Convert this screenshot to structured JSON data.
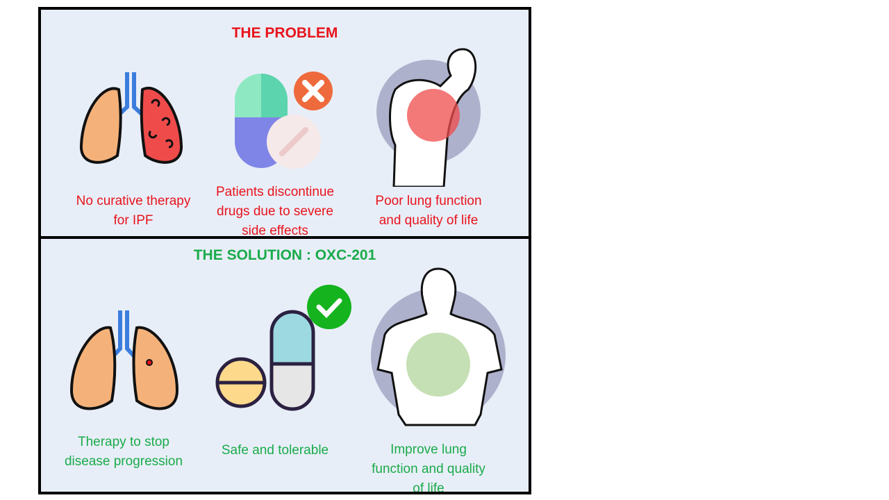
{
  "problem": {
    "title": "THE PROBLEM",
    "items": [
      {
        "icon": "fibrotic-lungs-icon",
        "caption": "No curative therapy\nfor IPF"
      },
      {
        "icon": "rejected-pills-icon",
        "caption": "Patients discontinue\ndrugs due to severe\nside effects"
      },
      {
        "icon": "chest-pain-person-icon",
        "caption": "Poor lung function\nand quality of life"
      }
    ]
  },
  "solution": {
    "title": "THE SOLUTION : OXC-201",
    "items": [
      {
        "icon": "healthy-lungs-icon",
        "caption": "Therapy to stop\ndisease progression"
      },
      {
        "icon": "approved-pills-icon",
        "caption": "Safe and tolerable"
      },
      {
        "icon": "healthy-person-icon",
        "caption": "Improve lung\nfunction and quality\nof life"
      }
    ]
  },
  "colors": {
    "problem": "#e8141c",
    "solution": "#1aab4a",
    "panel_bg": "#e8eef8"
  }
}
